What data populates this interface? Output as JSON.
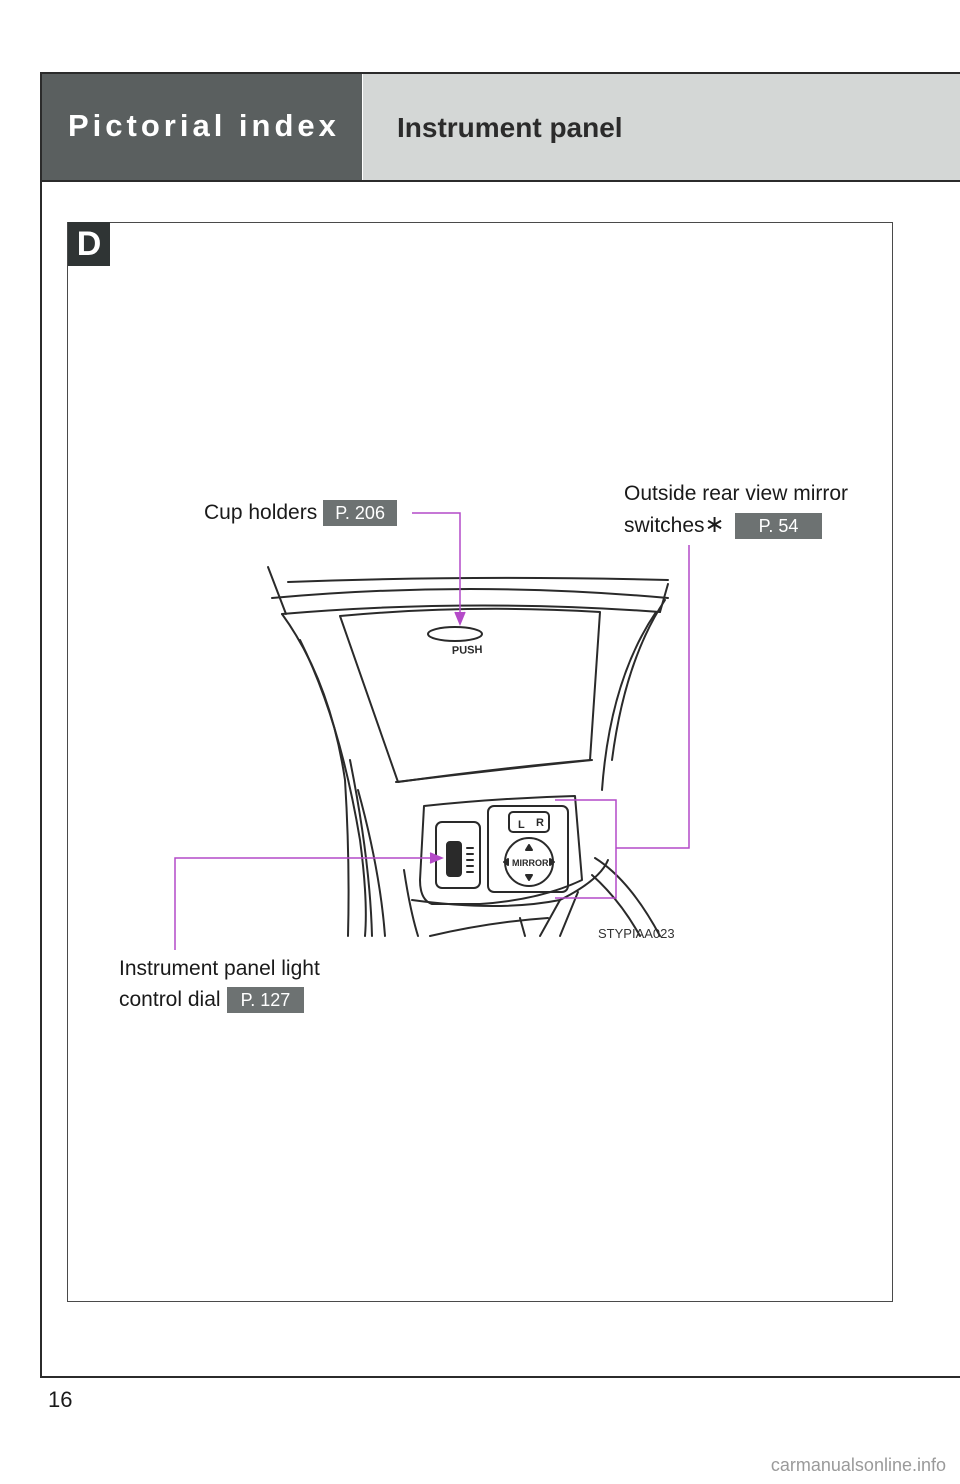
{
  "header": {
    "section": "Pictorial index",
    "title": "Instrument panel"
  },
  "diagram": {
    "badge": "D",
    "image_code": "STYPIAA023",
    "illustration_text": {
      "push": "PUSH",
      "l": "L",
      "r": "R",
      "mirror": "MIRROR"
    },
    "callouts": {
      "cup_holders": {
        "label": "Cup holders",
        "page": "P. 206"
      },
      "mirror_switches": {
        "line1": "Outside rear view mirror",
        "line2": "switches",
        "mark": "∗",
        "page": "P. 54"
      },
      "light_dial": {
        "line1": "Instrument panel light",
        "line2": "control dial",
        "page": "P. 127"
      }
    },
    "leader_color": "#b44ac8"
  },
  "footer": {
    "page_number": "16",
    "watermark": "carmanualsonline.info"
  }
}
